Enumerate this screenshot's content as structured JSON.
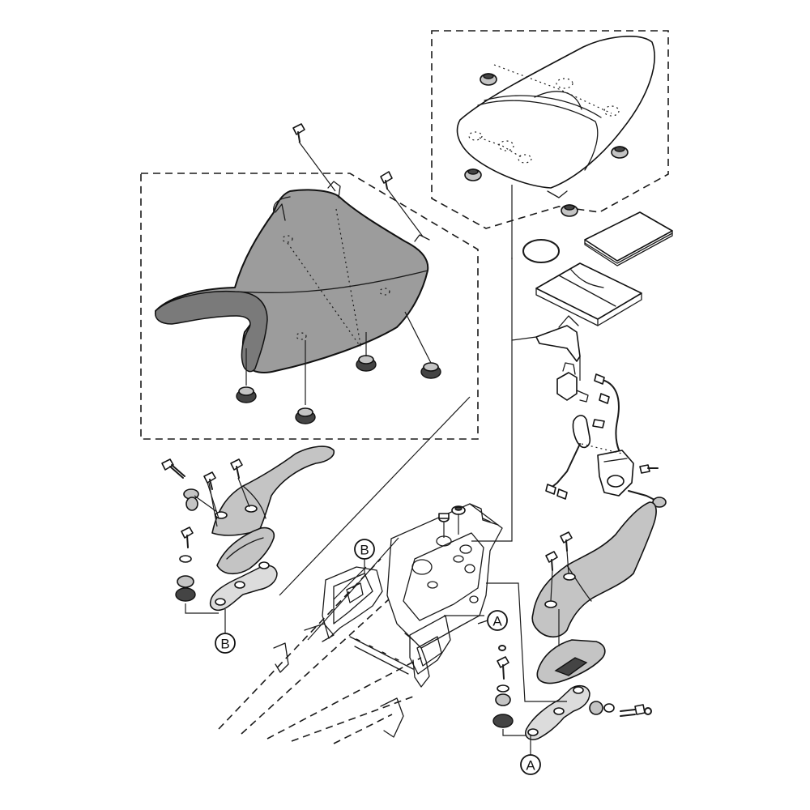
{
  "callouts": {
    "a_right_frame": "A",
    "a_bottom": "A",
    "b_frame": "B",
    "b_left_bottom": "B"
  }
}
